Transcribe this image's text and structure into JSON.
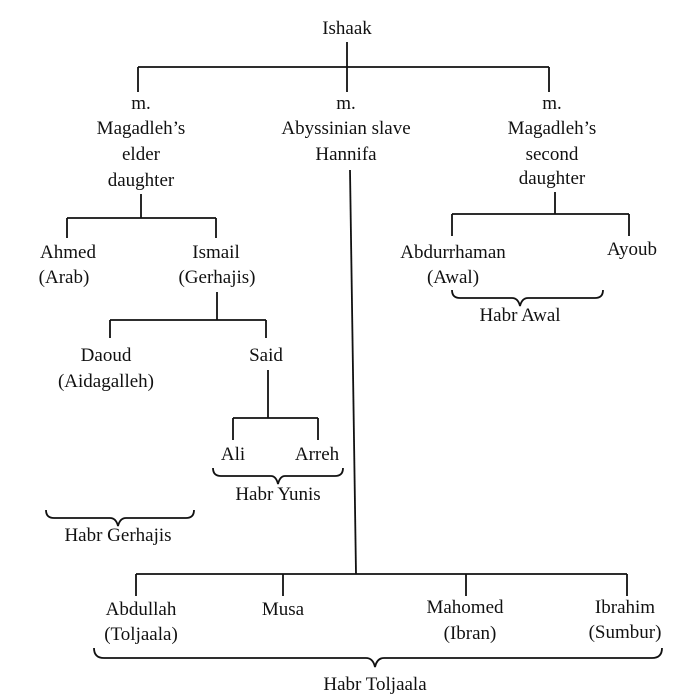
{
  "root": {
    "name": "Ishaak"
  },
  "wives": [
    {
      "marker": "m.",
      "lines": [
        "Magadleh’s",
        "elder",
        "daughter"
      ]
    },
    {
      "marker": "m.",
      "lines": [
        "Abyssinian  slave",
        "Hannifa"
      ]
    },
    {
      "marker": "m.",
      "lines": [
        "Magadleh’s",
        "second",
        "daughter"
      ]
    }
  ],
  "people": {
    "ahmed": {
      "name": "Ahmed",
      "alias": "(Arab)"
    },
    "ismail": {
      "name": "Ismail",
      "alias": "(Gerhajis)"
    },
    "daoud": {
      "name": "Daoud",
      "alias": "(Aidagalleh)"
    },
    "said": {
      "name": "Said"
    },
    "ali": {
      "name": "Ali"
    },
    "arreh": {
      "name": "Arreh"
    },
    "abdurrhaman": {
      "name": "Abdurrhaman",
      "alias": "(Awal)"
    },
    "ayoub": {
      "name": "Ayoub"
    },
    "abdullah": {
      "name": "Abdullah",
      "alias": "(Toljaala)"
    },
    "musa": {
      "name": "Musa"
    },
    "mahomed": {
      "name": "Mahomed",
      "alias": "(Ibran)"
    },
    "ibrahim": {
      "name": "Ibrahim",
      "alias": "(Sumbur)"
    }
  },
  "groups": {
    "habr_yunis": "Habr  Yunis",
    "habr_gerhajis": "Habr  Gerhajis",
    "habr_awal": "Habr  Awal",
    "habr_toljaala": "Habr  Toljaala"
  },
  "colors": {
    "ink": "#111111",
    "paper": "#ffffff"
  }
}
